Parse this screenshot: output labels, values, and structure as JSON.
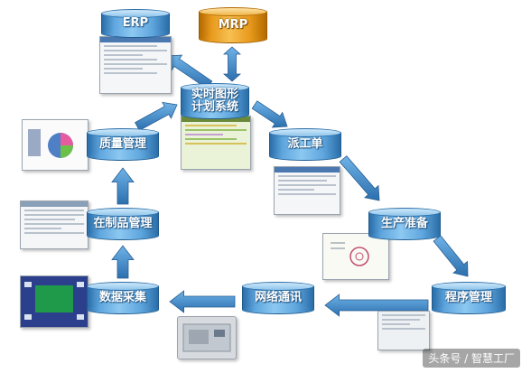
{
  "nodes": {
    "erp": "ERP",
    "mrp": "MRP",
    "realtime": "实时图形\n计划系统",
    "dispatch": "派工单",
    "prep": "生产准备",
    "program": "程序管理",
    "network": "网络通讯",
    "collect": "数据采集",
    "wip": "在制品管理",
    "quality": "质量管理"
  },
  "watermark": "头条号 / 智慧工厂",
  "colors": {
    "cylinder": "#5fa6de",
    "arrow": "#3f86c6",
    "mrp": "#e89a1c"
  }
}
